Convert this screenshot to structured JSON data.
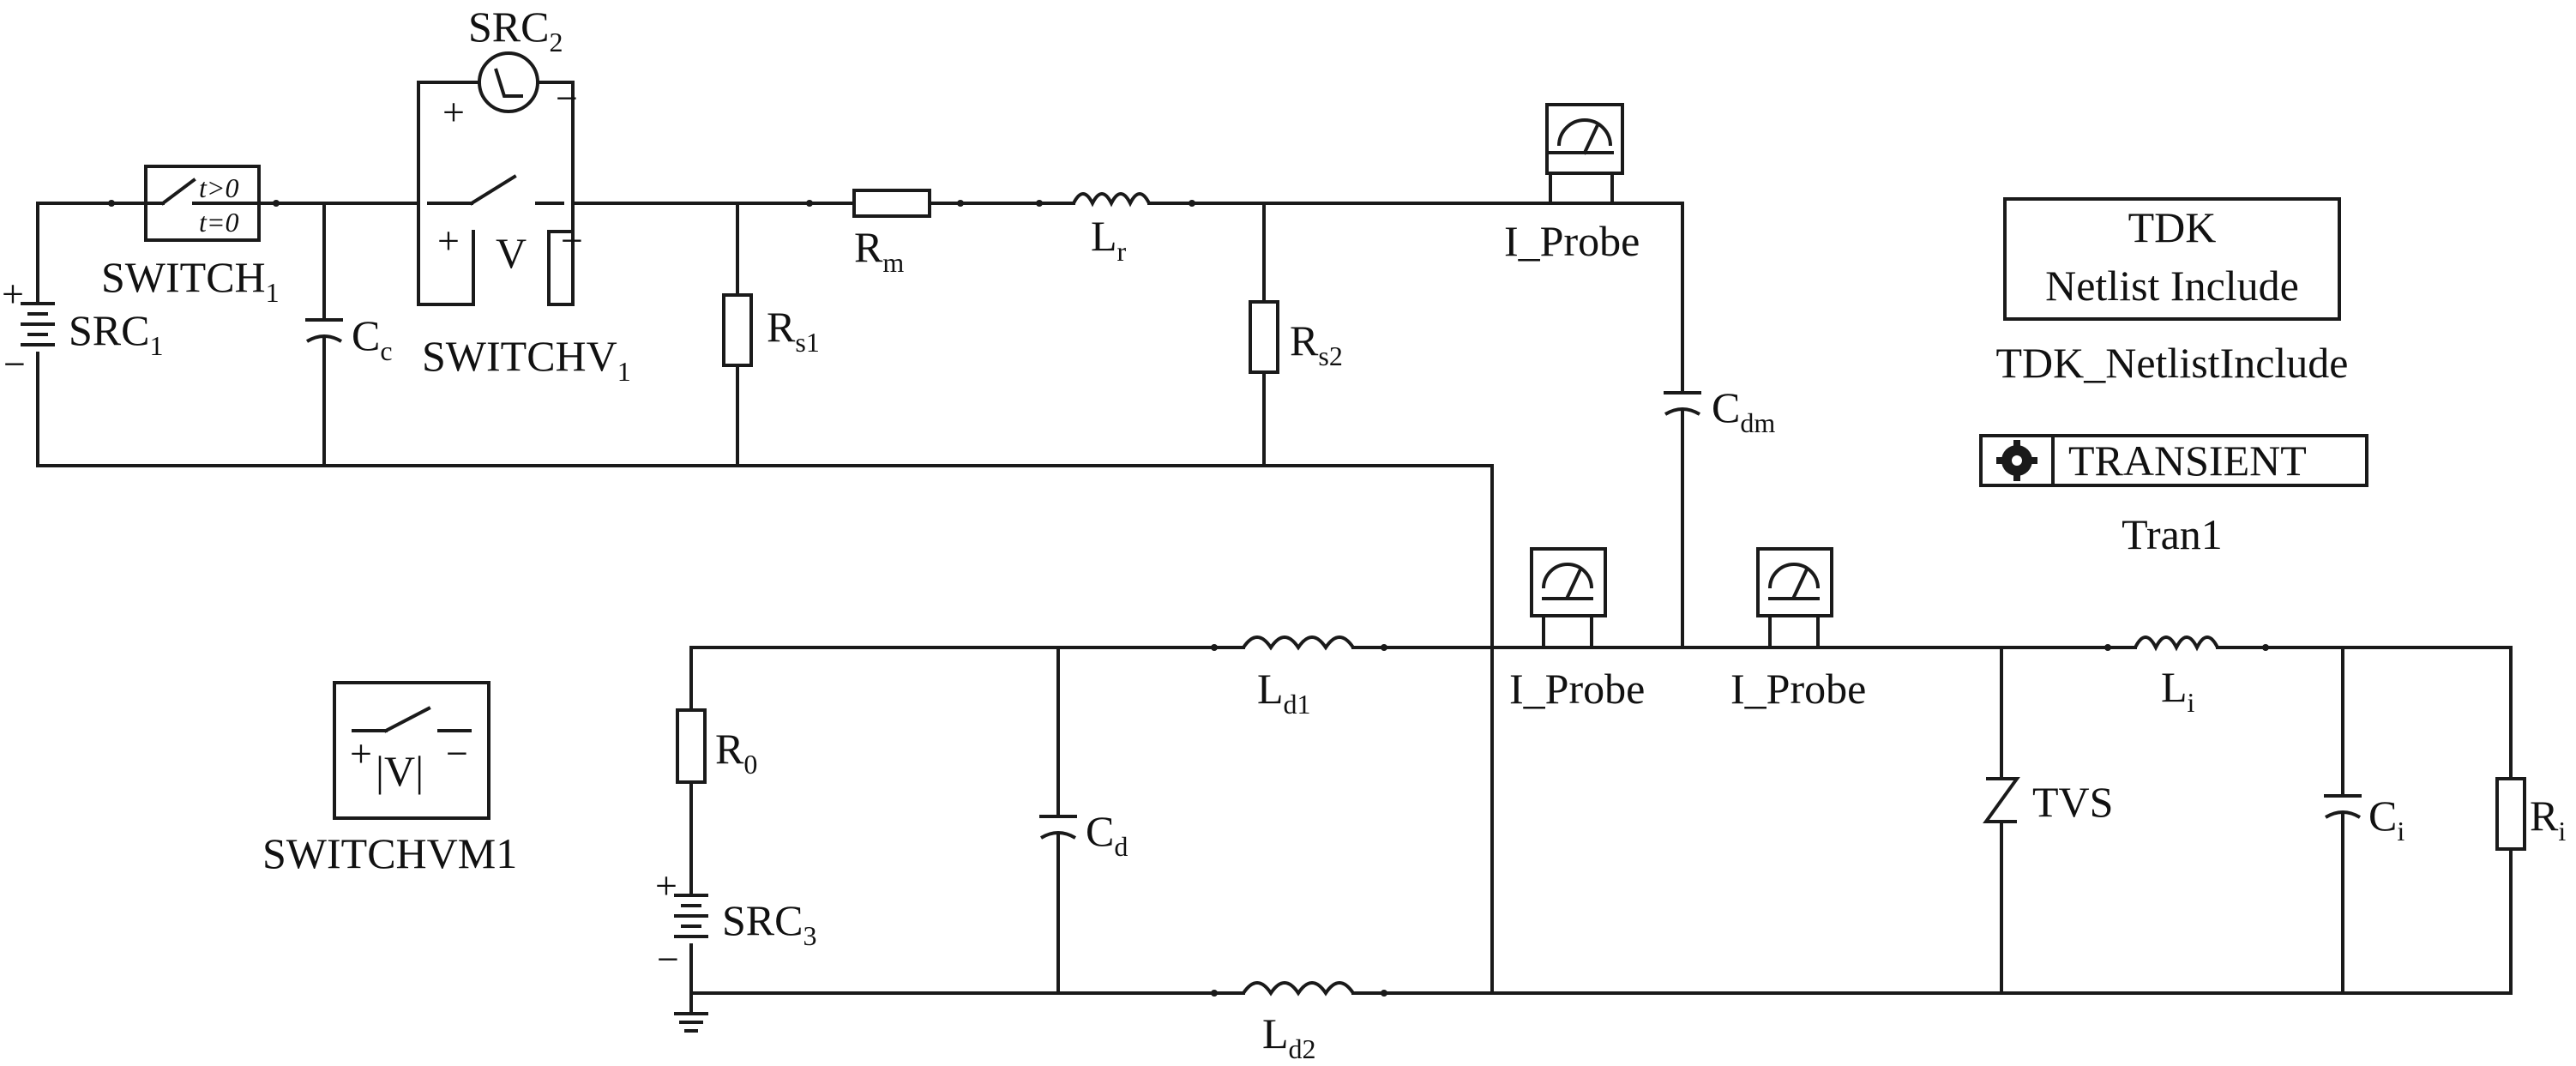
{
  "components": {
    "src1": {
      "label": "SRC",
      "sub": "1"
    },
    "src2": {
      "label": "SRC",
      "sub": "2"
    },
    "src3": {
      "label": "SRC",
      "sub": "3"
    },
    "switch1": {
      "label": "SWITCH",
      "sub": "1",
      "t_open": "t>0",
      "t_close": "t=0"
    },
    "switchv1": {
      "label": "SWITCHV",
      "sub": "1",
      "inner": "V"
    },
    "switchvm1": {
      "label": "SWITCHVM1",
      "inner": "|V|"
    },
    "cc": {
      "label": "C",
      "sub": "c"
    },
    "rs1": {
      "label": "R",
      "sub": "s1"
    },
    "rm": {
      "label": "R",
      "sub": "m"
    },
    "lr": {
      "label": "L",
      "sub": "r"
    },
    "rs2": {
      "label": "R",
      "sub": "s2"
    },
    "cdm": {
      "label": "C",
      "sub": "dm"
    },
    "r0": {
      "label": "R",
      "sub": "0"
    },
    "cd": {
      "label": "C",
      "sub": "d"
    },
    "ld1": {
      "label": "L",
      "sub": "d1"
    },
    "ld2": {
      "label": "L",
      "sub": "d2"
    },
    "tvs": {
      "label": "TVS"
    },
    "li": {
      "label": "L",
      "sub": "i"
    },
    "ci": {
      "label": "C",
      "sub": "i"
    },
    "ri": {
      "label": "R",
      "sub": "i"
    },
    "probe_top": {
      "label": "I_Probe"
    },
    "probe_left": {
      "label": "I_Probe"
    },
    "probe_right": {
      "label": "I_Probe"
    }
  },
  "signs": {
    "plus": "+",
    "minus": "−"
  },
  "netlist": {
    "line1": "TDK",
    "line2": "Netlist Include",
    "name": "TDK_NetlistInclude"
  },
  "transient": {
    "box_label": "TRANSIENT",
    "name": "Tran1"
  }
}
